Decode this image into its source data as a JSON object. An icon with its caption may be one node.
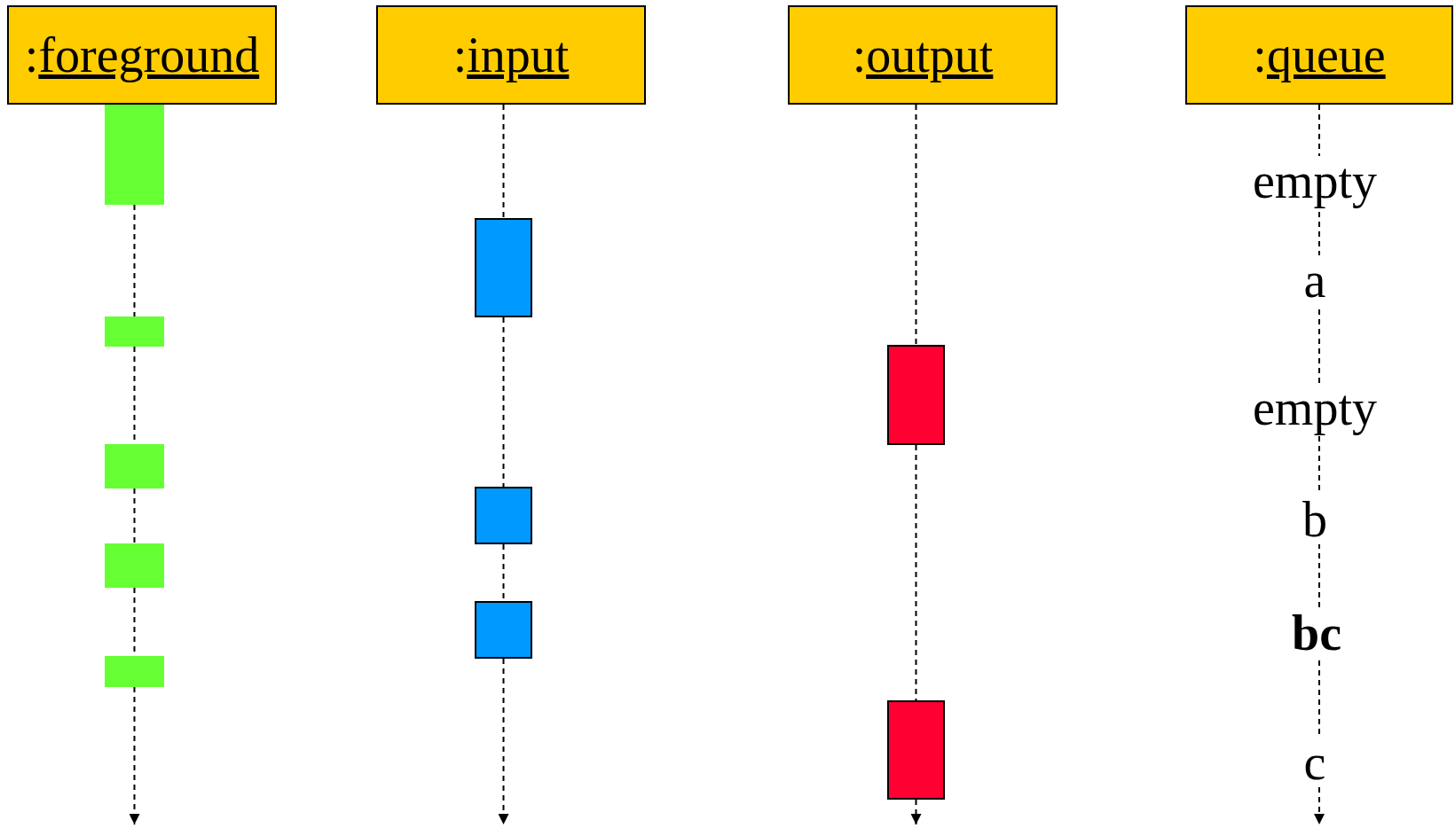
{
  "diagram": {
    "nodes": [
      {
        "text": [
          ":foreground"
        ]
      },
      {
        "text": [
          ":input"
        ]
      },
      {
        "text": [
          ":output"
        ]
      },
      {
        "text": [
          ":queue"
        ]
      },
      {
        "text": [],
        "shape": "bar"
      },
      {
        "text": [],
        "shape": "bar"
      },
      {
        "text": [],
        "shape": "bar"
      },
      {
        "text": [],
        "shape": "bar"
      },
      {
        "text": [],
        "shape": "bar"
      },
      {
        "text": [],
        "shape": "bar"
      },
      {
        "text": [],
        "shape": "bar"
      },
      {
        "text": [],
        "shape": "bar"
      },
      {
        "text": [],
        "shape": "bar"
      },
      {
        "text": [],
        "shape": "bar"
      }
    ],
    "edges": [
      {
        "from": 4,
        "to": 5,
        "arrow": "none",
        "style": "dashed"
      },
      {
        "from": 5,
        "to": 6,
        "arrow": "none",
        "style": "dashed"
      },
      {
        "from": 6,
        "to": 7,
        "arrow": "none",
        "style": "dashed"
      },
      {
        "from": 7,
        "to": 8,
        "arrow": "none",
        "style": "dashed"
      },
      {
        "from": 8,
        "to": null,
        "arrow": "to",
        "style": "dashed"
      },
      {
        "from": 1,
        "to": 9,
        "arrow": "none",
        "style": "dashed"
      },
      {
        "from": 9,
        "to": 10,
        "arrow": "none",
        "style": "dashed"
      },
      {
        "from": 10,
        "to": 11,
        "arrow": "none",
        "style": "dashed"
      },
      {
        "from": 11,
        "to": null,
        "arrow": "to",
        "style": "dashed"
      },
      {
        "from": 2,
        "to": 12,
        "arrow": "none",
        "style": "dashed"
      },
      {
        "from": 12,
        "to": 13,
        "arrow": "none",
        "style": "dashed"
      },
      {
        "from": 13,
        "to": null,
        "arrow": "to",
        "style": "dashed"
      },
      {
        "from": 3,
        "to": null,
        "arrow": "to",
        "style": "dashed"
      }
    ],
    "labels": [
      "empty",
      "a",
      "empty",
      "b",
      "bc",
      "c"
    ]
  }
}
